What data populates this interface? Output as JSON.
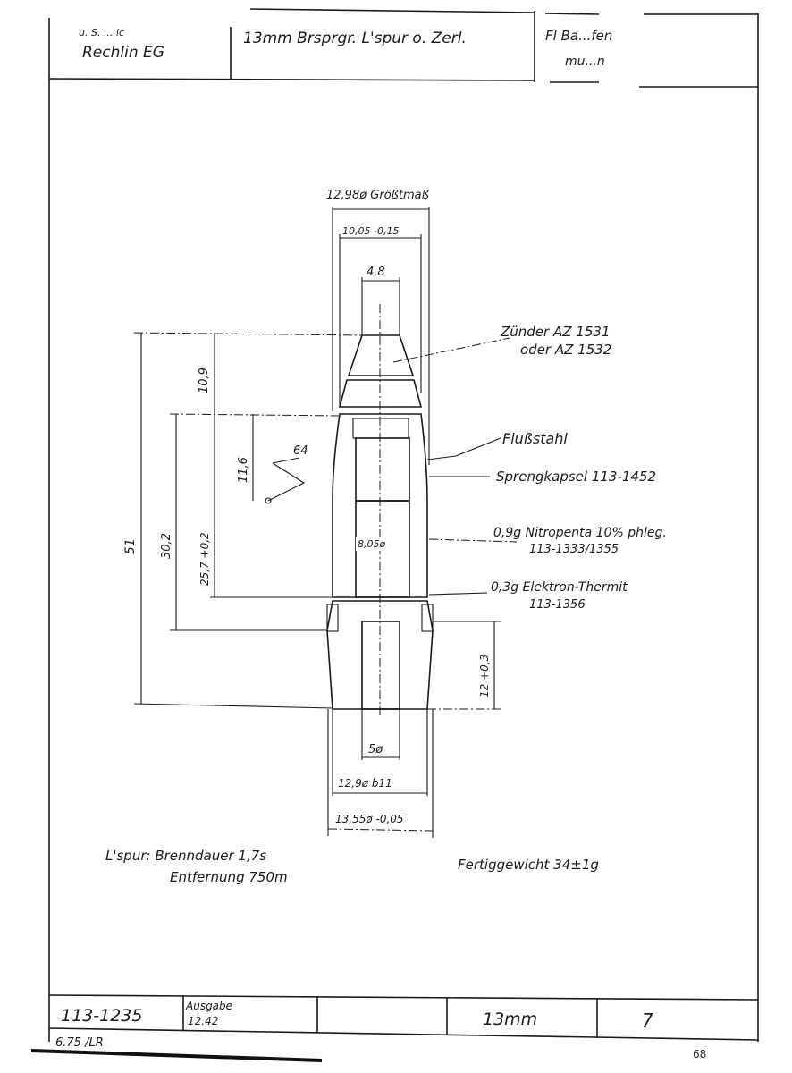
{
  "title_block": {
    "top_left_small": "u. S. ... ic",
    "origin": "Rechlin EG",
    "designation": "13mm Brsprgr. L'spur o. Zerl.",
    "category_line1": "Fl Ba...fen",
    "category_line2": "mu...n"
  },
  "dimensions": {
    "max_diameter": "12,98ø Größtmaß",
    "shoulder_diameter": "10,05 -0,15",
    "fuze_tip": "4,8",
    "fuze_height": "10,9",
    "overall_length": "51",
    "body_to_band": "30,2",
    "body_to_base_cavity": "25,7 +0,2",
    "capsule_depth": "11,6",
    "angle": "64",
    "cavity_diameter": "8,05ø",
    "tracer_length": "12 +0,3",
    "tracer_diameter": "5ø",
    "body_diameter": "12,9ø b11",
    "band_diameter": "13,55ø -0,05"
  },
  "labels": {
    "fuze_line1": "Zünder AZ 1531",
    "fuze_line2": "oder AZ 1532",
    "material": "Flußstahl",
    "capsule": "Sprengkapsel 113-1452",
    "charge_line1": "0,9g Nitropenta 10% phleg.",
    "charge_line2": "113-1333/1355",
    "incendiary_line1": "0,3g Elektron-Thermit",
    "incendiary_line2": "113-1356"
  },
  "notes": {
    "tracer_line1": "L'spur: Brenndauer 1,7s",
    "tracer_line2": "Entfernung 750m",
    "weight": "Fertiggewicht 34±1g"
  },
  "footer": {
    "drawing_number": "113-1235",
    "issue_label": "Ausgabe",
    "issue_date": "12.42",
    "caliber": "13mm",
    "sheet": "7",
    "stamp": "6.75 /LR",
    "page_number": "68"
  }
}
